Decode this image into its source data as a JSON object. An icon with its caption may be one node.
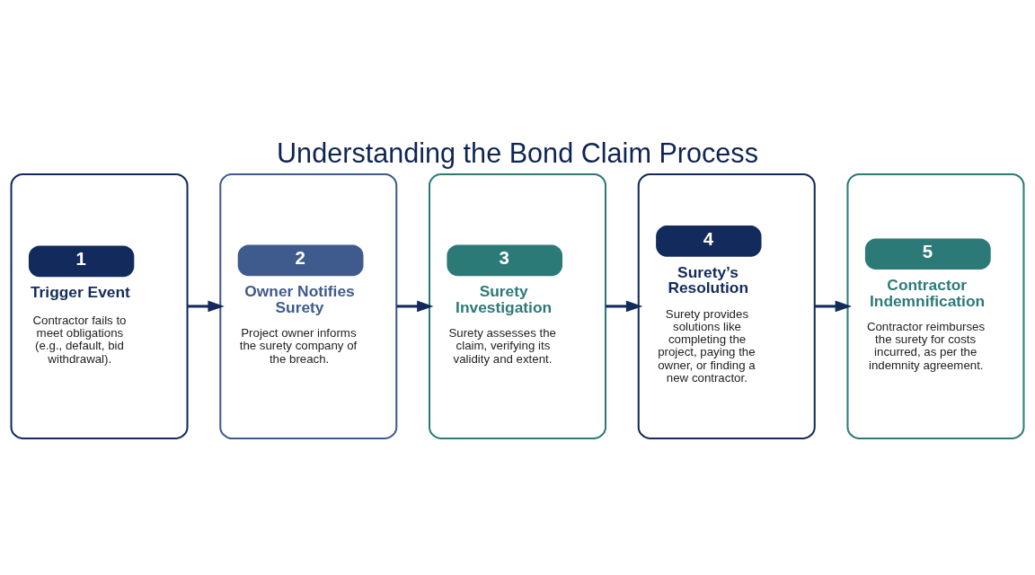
{
  "diagram": {
    "title": "Understanding the Bond Claim Process",
    "nodes": [
      {
        "text": [
          "1",
          "Trigger Event",
          "Contractor fails to meet obligations (e.g., default, bid withdrawal)."
        ]
      },
      {
        "text": [
          "2",
          "Owner Notifies Surety",
          "Project owner informs the surety company of the breach."
        ]
      },
      {
        "text": [
          "3",
          "Surety Investigation",
          "Surety assesses the claim, verifying its validity and extent."
        ]
      },
      {
        "text": [
          "4",
          "Surety’s Resolution",
          "Surety provides solutions like completing the project, paying the owner, or finding a new contractor."
        ]
      },
      {
        "text": [
          "5",
          "Contractor Indemnification",
          "Contractor reimburses the surety for costs incurred, as per the indemnity agreement."
        ]
      }
    ],
    "edges": [
      {
        "from": 0,
        "to": 1,
        "arrow": "to"
      },
      {
        "from": 1,
        "to": 2,
        "arrow": "to"
      },
      {
        "from": 2,
        "to": 3,
        "arrow": "to"
      },
      {
        "from": 3,
        "to": 4,
        "arrow": "to"
      }
    ]
  }
}
